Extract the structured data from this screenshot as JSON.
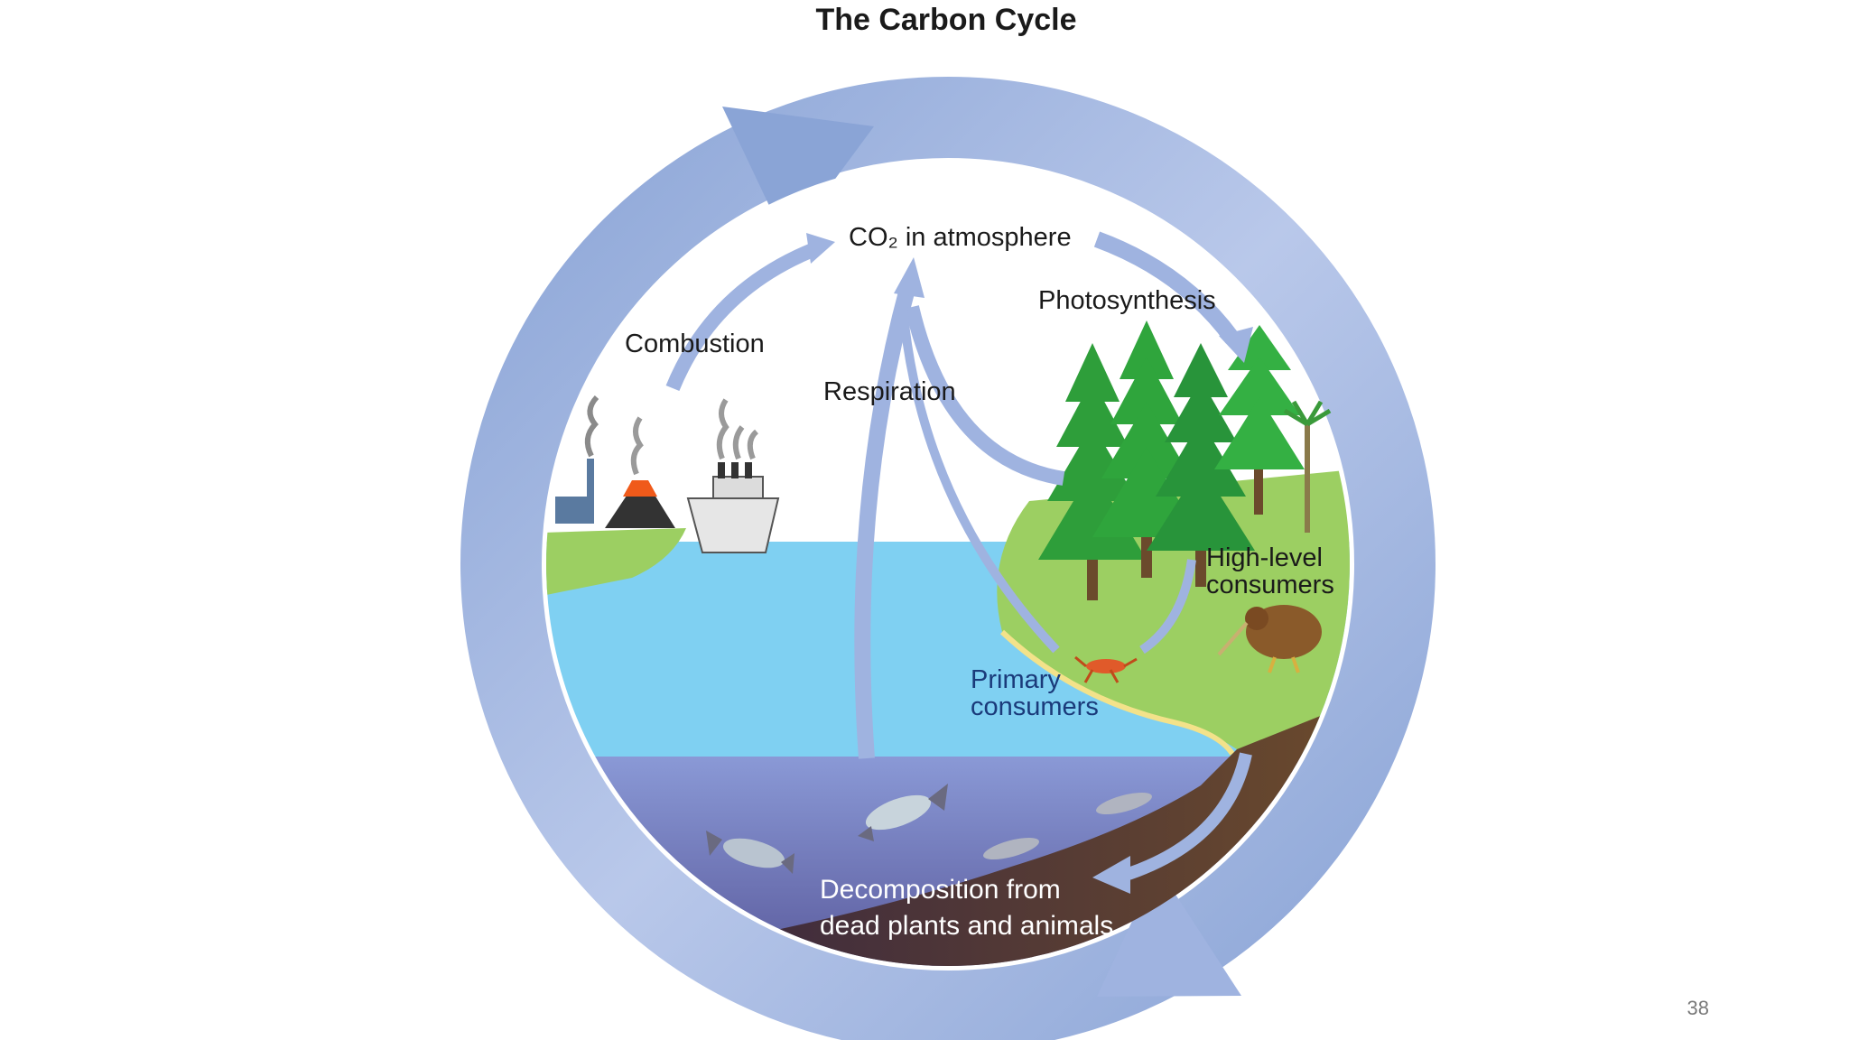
{
  "title": "The Carbon Cycle",
  "labels": {
    "atmosphere": "CO₂ in atmosphere",
    "photosynthesis": "Photosynthesis",
    "combustion": "Combustion",
    "respiration": "Respiration",
    "high_level_consumers_line1": "High-level",
    "high_level_consumers_line2": "consumers",
    "primary_consumers_line1": "Primary",
    "primary_consumers_line2": "consumers",
    "decomposition_line1": "Decomposition from",
    "decomposition_line2": "dead plants and animals"
  },
  "page_number": "38",
  "colors": {
    "cycle_arrow": "#8aa4d6",
    "cycle_arrow_light": "#c7d4ee",
    "flow_arrow": "#9fb3e0",
    "sky": "#ffffff",
    "water": "#7fd0f2",
    "deep_water": "#7f8fcf",
    "land": "#9ccf62",
    "soil": "#6b4a2c",
    "trees": "#2e9e3a"
  },
  "icons": [
    "factory-icon",
    "volcano-icon",
    "ship-icon",
    "tree-icon",
    "ant-icon",
    "kiwi-bird-icon",
    "fish-icon"
  ]
}
